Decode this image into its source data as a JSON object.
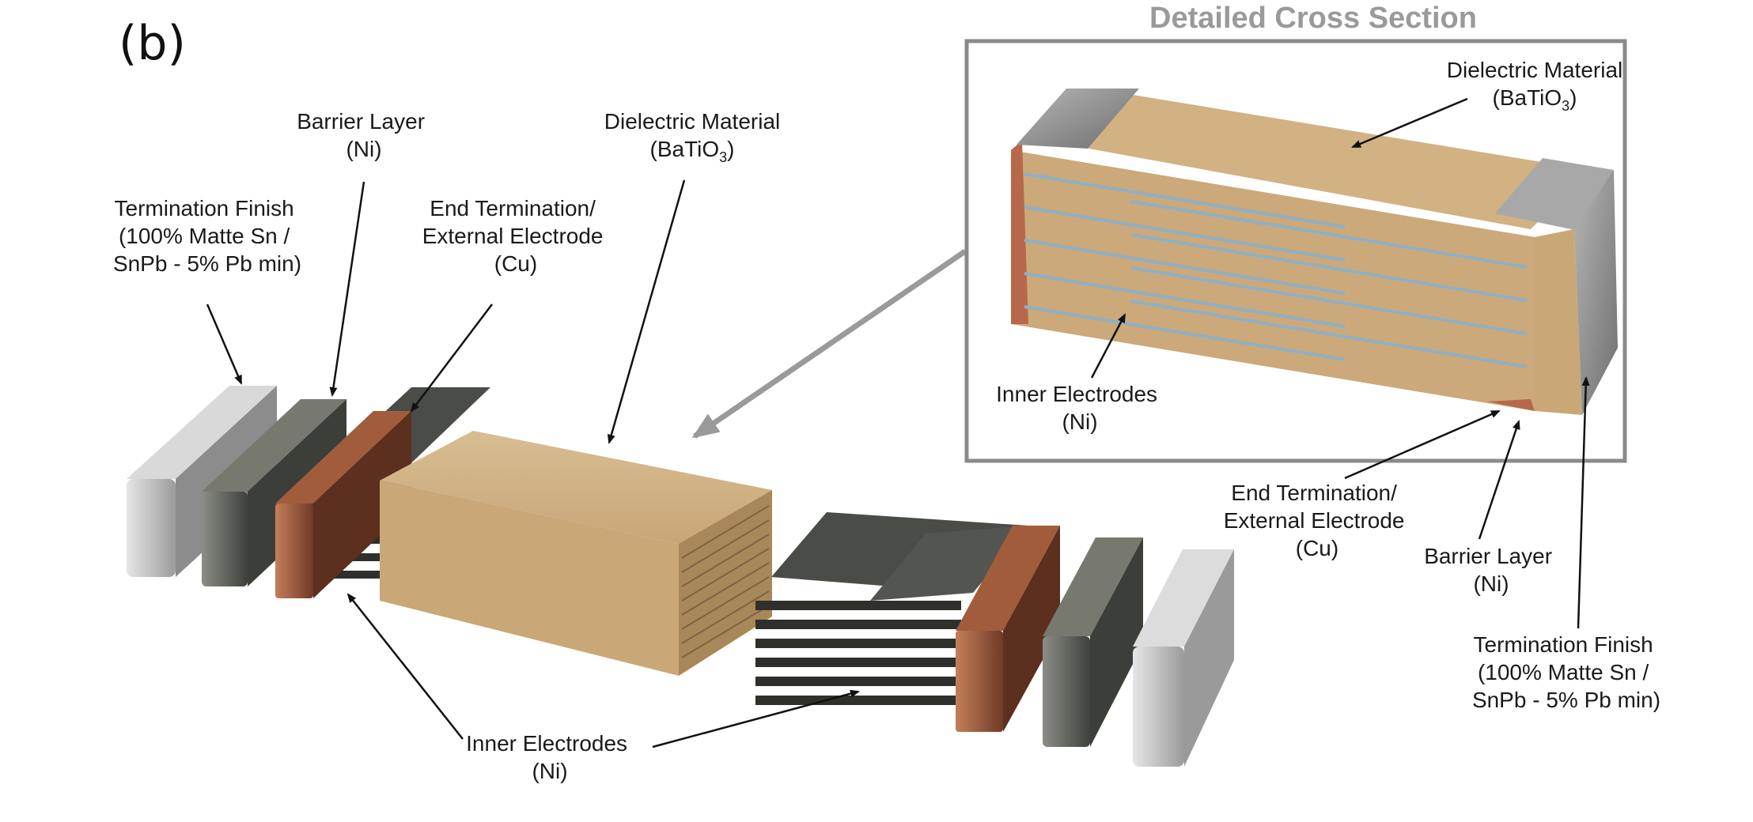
{
  "panel_label": "(b)",
  "inset": {
    "title": "Detailed Cross Section"
  },
  "labels": {
    "termination_finish": [
      "Termination Finish",
      "(100% Matte Sn /",
      "SnPb - 5% Pb min)"
    ],
    "barrier_layer": [
      "Barrier Layer",
      "(Ni)"
    ],
    "end_termination": [
      "End Termination/",
      "External Electrode",
      "(Cu)"
    ],
    "dielectric": [
      "Dielectric Material",
      "(BaTiO",
      "3",
      ")"
    ],
    "inner_electrodes": [
      "Inner Electrodes",
      "(Ni)"
    ]
  },
  "inset_labels": {
    "dielectric": [
      "Dielectric Material",
      "(BaTiO",
      "3",
      ")"
    ],
    "inner_electrodes": [
      "Inner Electrodes",
      "(Ni)"
    ],
    "end_termination": [
      "End Termination/",
      "External Electrode",
      "(Cu)"
    ],
    "barrier_layer": [
      "Barrier Layer",
      "(Ni)"
    ],
    "termination_finish": [
      "Termination Finish",
      "(100% Matte Sn /",
      "SnPb - 5% Pb min)"
    ]
  },
  "colors": {
    "dielectric": "#c9a877",
    "copper": "#b8684a",
    "nickel": "#5c5e58",
    "tin": "#c9c9c9",
    "electrode": "#3e403c",
    "electrode_line": "#8fb0c4",
    "frame": "#8a8a8a"
  }
}
